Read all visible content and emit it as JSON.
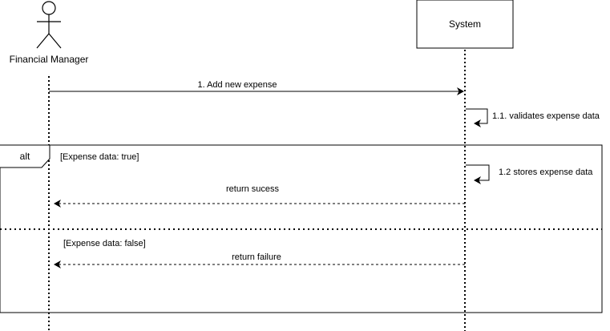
{
  "actor": {
    "name": "Financial Manager",
    "icon": "stick-figure-actor-icon"
  },
  "participant": {
    "name": "System"
  },
  "messages": {
    "m1": "1. Add new expense",
    "m2": "1.1. validates expense data",
    "m3": "1.2 stores expense data",
    "m4": "return sucess",
    "m5": "return failure"
  },
  "fragment": {
    "operator": "alt",
    "guard1": "[Expense data: true]",
    "guard2": "[Expense data: false]"
  },
  "colors": {
    "line": "#000000",
    "background": "#ffffff"
  }
}
